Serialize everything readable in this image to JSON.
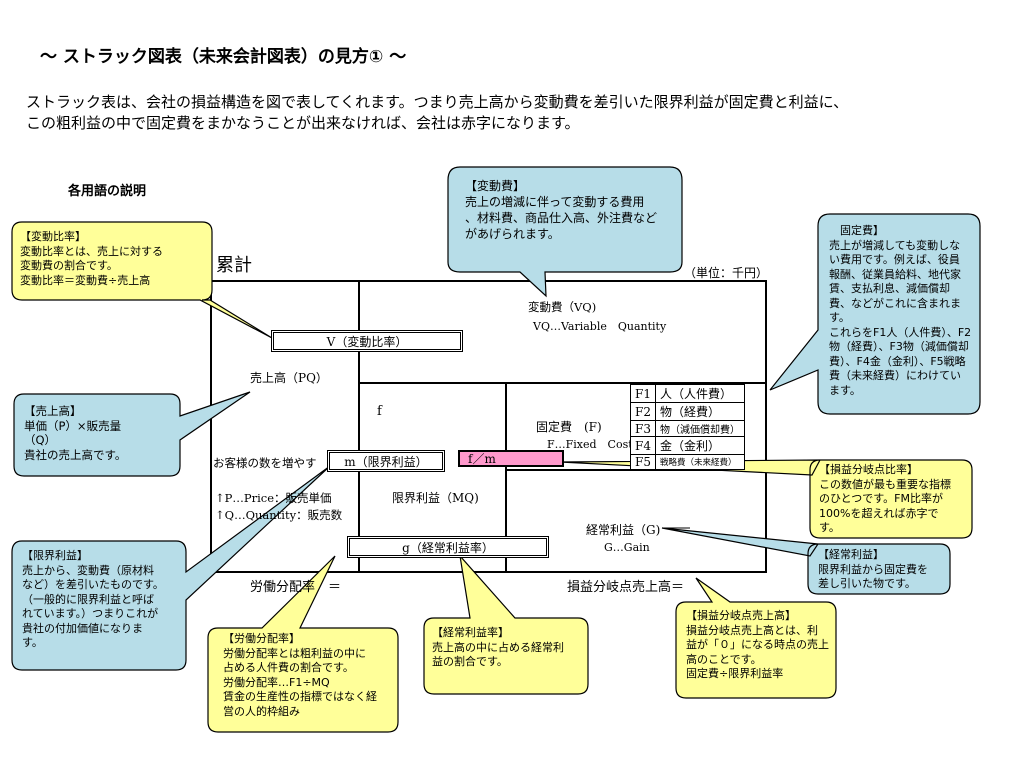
{
  "title": "～ ストラック図表（未来会計図表）の見方① ～",
  "intro": [
    "ストラック表は、会社の損益構造を図で表してくれます。つまり売上高から変動費を差引いた限界利益が固定費と利益に、",
    "この粗利益の中で固定費をまかなうことが出来なければ、会社は赤字になります。"
  ],
  "section_label": "各用語の説明",
  "diagram": {
    "cumulative": "累計",
    "unit": "（単位：千円）",
    "variable_cost": "変動費（VQ)",
    "variable_cost_en": "VQ…Variable　Quantity",
    "v_ratio_box": "V（変動比率）",
    "sales": "売上高（PQ）",
    "f_small": "f",
    "fixed_cost": "固定費　(F)",
    "fixed_cost_en": "F…Fixed　Cost",
    "fixed_rows": [
      {
        "code": "F1",
        "label": "人（人件費）"
      },
      {
        "code": "F2",
        "label": "物（経費）"
      },
      {
        "code": "F3",
        "label": "物（減価償却費）"
      },
      {
        "code": "F4",
        "label": "金（金利）"
      },
      {
        "code": "F5",
        "label": "戦略費（未来経費）"
      }
    ],
    "customer_text": "お客様の数を増やす",
    "m_box": "m（限界利益）",
    "fm_box": "f／m",
    "p_line": "↑P…Price：販売単価",
    "q_line": "↑Q…Quantity：販売数",
    "mq": "限界利益（MQ)",
    "gain": "経常利益（G)",
    "gain_en": "G…Gain",
    "g_box": "g（経常利益率）",
    "labor_ratio": "労働分配率　＝",
    "bep_sales": "損益分岐点売上高＝"
  },
  "callouts": {
    "henkou_hiritsu": "【変動比率】\n変動比率とは、売上に対する\n変動費の割合です。\n変動比率＝変動費÷売上高",
    "henkouhi": "【変動費】\n売上の増減に伴って変動する費用\n、材料費、商品仕入高、外注費など\nがあげられます。",
    "koteihi": "　固定費】\n売上が増減しても変動しな\nい費用です。例えば、役員\n報酬、従業員給料、地代家\n賃、支払利息、減価償却\n費、などがこれに含まれま\nす。\nこれらをF1人（人件費）、F2\n物（経費）、F3物（減価償却\n費）、F4金（金利）、F5戦略\n費（未来経費）にわけてい\nます。",
    "uriagedaka": "【売上高】\n単価（P）×販売量\n（Q）\n貴社の売上高です。",
    "genkai_rieki": "【限界利益】\n売上から、変動費（原材料\nなど）を差引いたものです。\n（一般的に限界利益と呼ば\nれています。）つまりこれが\n貴社の付加価値になりま\nす。",
    "roudou": "【労働分配率】\n労働分配率とは粗利益の中に\n占める人件費の割合です。\n労働分配率…F1÷MQ\n賃金の生産性の指標ではなく経\n営の人的枠組み",
    "keijou_riekiritsu": "【経常利益率】\n売上高の中に占める経常利\n益の割合です。",
    "sonneki_ratio": "【損益分岐点比率】\nこの数値が最も重要な指標\nのひとつです。FM比率が\n100%を超えれば赤字で\nす。",
    "keijou_rieki": "【経常利益】\n限界利益から固定費を\n差し引いた物です。",
    "sonneki_uriage": "【損益分岐点売上高】\n損益分岐点売上高とは、利\n益が「０」になる時点の売上\n高のことです。\n固定費÷限界利益率"
  },
  "colors": {
    "yellow_callout": "#FFFF99",
    "blue_callout": "#B7DDE8",
    "fm_highlight": "#FF99CC"
  }
}
